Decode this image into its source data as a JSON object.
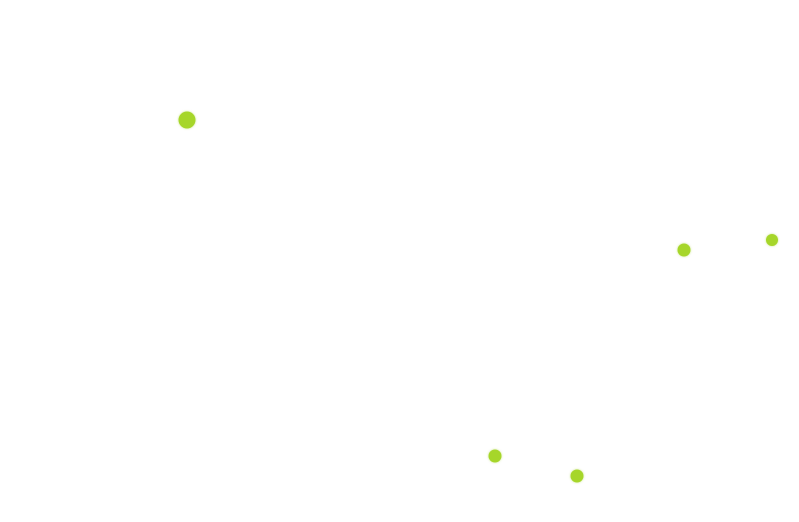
{
  "colors": {
    "background": "#ffffff",
    "dot": "#a6d62a"
  },
  "dots": [
    {
      "name": "green-dot-1"
    },
    {
      "name": "green-dot-2"
    },
    {
      "name": "green-dot-3"
    },
    {
      "name": "green-dot-4"
    },
    {
      "name": "green-dot-5"
    }
  ]
}
